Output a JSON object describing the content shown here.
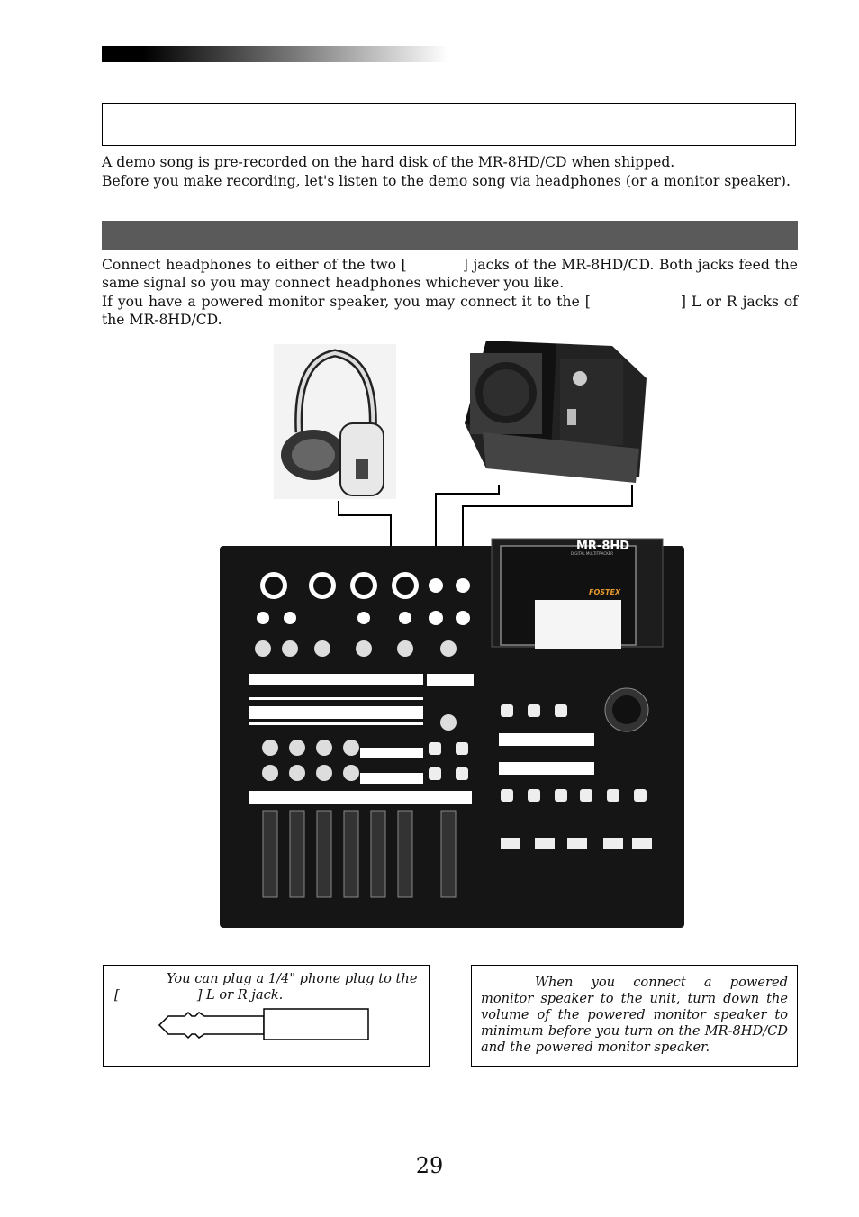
{
  "intro": {
    "line1": "A demo song is pre-recorded on the hard disk of the MR-8HD/CD when shipped.",
    "line2": "Before you make recording, let's listen to the demo song via headphones (or a monitor speaker)."
  },
  "connect": {
    "p1_a": "Connect headphones to either of the two [",
    "p1_b": "] jacks of the MR-8HD/CD. Both jacks feed the same signal so you may connect headphones whichever you like.",
    "p2_a": "If you have a powered monitor speaker, you may connect it to the [",
    "p2_b": "] L or R jacks of the MR-8HD/CD."
  },
  "figure": {
    "logo_text": "MR-8HD",
    "tagline": "DIGITAL MULTITRACKER",
    "brand": "FOSTEX"
  },
  "note_left": {
    "line1": "You can plug a 1/4\" phone plug to the",
    "line2_a": "[",
    "line2_b": "] L or R jack."
  },
  "note_right": {
    "text": "When you connect a powered monitor speaker to the unit, turn down the volume of the powered monitor speaker to minimum before you turn on the MR-8HD/CD and the powered monitor speaker."
  },
  "page_number": "29"
}
